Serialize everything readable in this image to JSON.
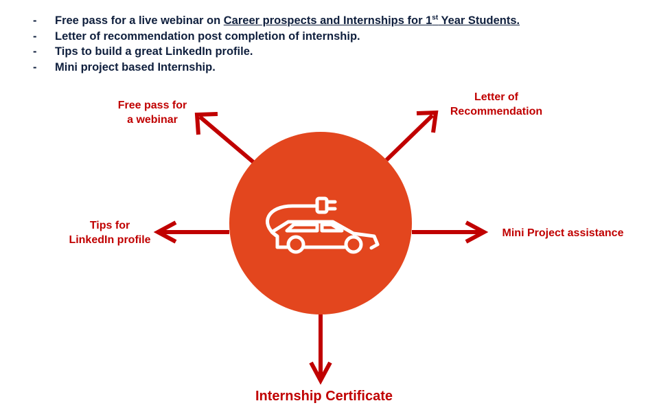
{
  "colors": {
    "text_dark": "#0f1f3d",
    "accent_red": "#c00000",
    "circle_fill": "#e3461e",
    "icon_stroke": "#ffffff"
  },
  "bullets": [
    {
      "dash": "-",
      "text": "Free pass for a live webinar on ",
      "link_text": "Career prospects and Internships for 1",
      "sup": "st",
      "link_tail": " Year Students."
    },
    {
      "dash": "-",
      "text": "Letter of recommendation post completion of internship."
    },
    {
      "dash": "-",
      "text": "Tips to build a great LinkedIn profile."
    },
    {
      "dash": "-",
      "text": "Mini project based Internship."
    }
  ],
  "center_icon": "electric-car-plug-icon",
  "labels": {
    "webinar_line1": "Free pass for",
    "webinar_line2": "a webinar",
    "recommendation_line1": "Letter of",
    "recommendation_line2": "Recommendation",
    "linkedin_line1": "Tips for",
    "linkedin_line2": "LinkedIn profile",
    "mini_project": "Mini Project assistance",
    "certificate": "Internship Certificate"
  }
}
